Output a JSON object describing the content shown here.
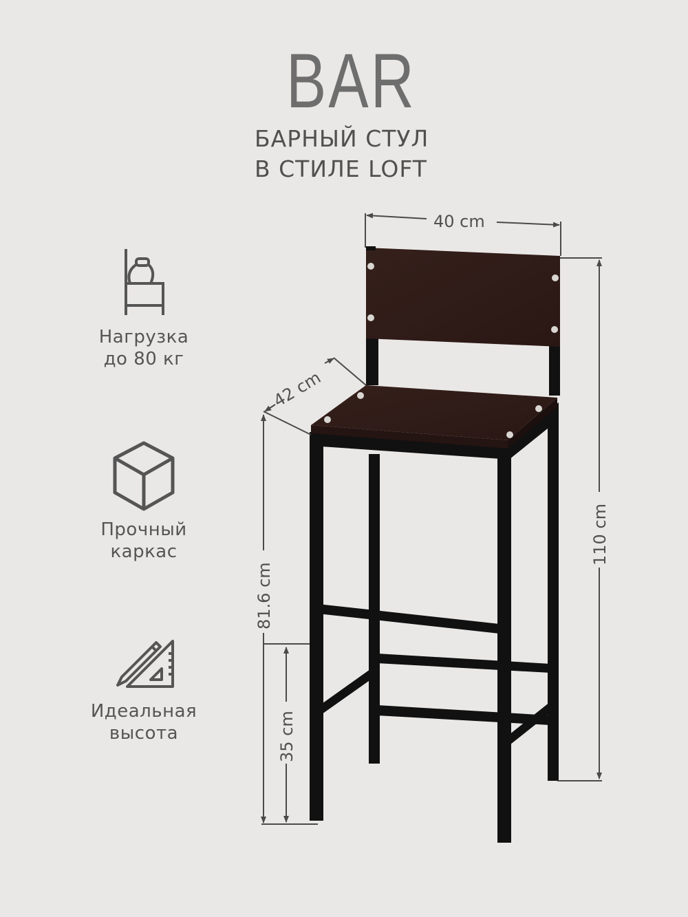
{
  "header": {
    "title": "BAR",
    "subtitle_line1": "БАРНЫЙ СТУЛ",
    "subtitle_line2": "В СТИЛЕ LOFT"
  },
  "features": [
    {
      "icon": "kettlebell-on-stool-icon",
      "line1": "Нагрузка",
      "line2": "до 80 кг"
    },
    {
      "icon": "cube-icon",
      "line1": "Прочный",
      "line2": "каркас"
    },
    {
      "icon": "pencil-ruler-triangle-icon",
      "line1": "Идеальная",
      "line2": "высота"
    }
  ],
  "dimensions": {
    "width": "40 cm",
    "depth": "42 cm",
    "total_height": "110 cm",
    "seat_height": "81.6 cm",
    "footrest_height": "35 cm"
  },
  "colors": {
    "background": "#eae8e6",
    "wood": "#2e1a16",
    "metal": "#111111",
    "text": "#585858"
  }
}
